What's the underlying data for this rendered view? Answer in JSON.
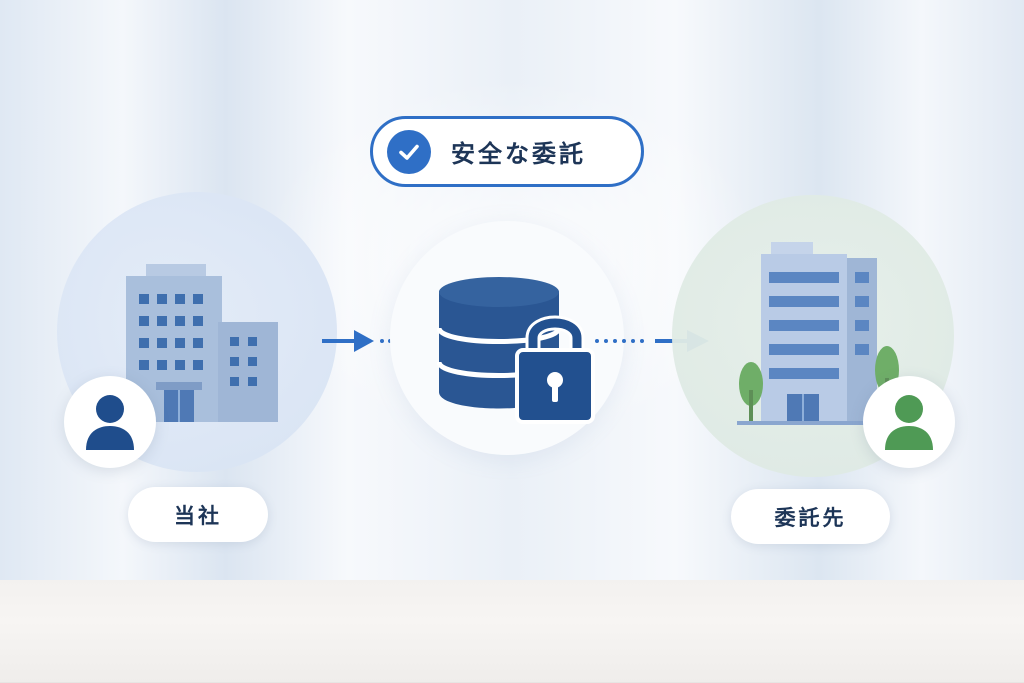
{
  "badge": {
    "label": "安全な委託",
    "icon": "check-circle-icon"
  },
  "left_party": {
    "label": "当社",
    "icons": [
      "office-building-icon",
      "user-icon"
    ]
  },
  "center": {
    "icons": [
      "database-icon",
      "padlock-icon"
    ]
  },
  "right_party": {
    "label": "委託先",
    "icons": [
      "office-building-icon",
      "tree-icon",
      "user-icon"
    ]
  },
  "colors": {
    "accent": "#2f6fc6",
    "navy": "#1d3557",
    "user_left": "#1f4d8c",
    "user_right": "#4f9a55",
    "building_left": "#a9bfdc",
    "building_right": "#b9cbe6"
  }
}
